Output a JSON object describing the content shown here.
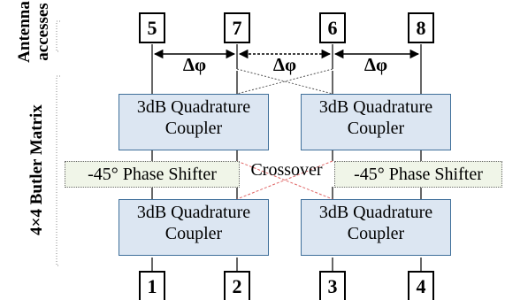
{
  "labels": {
    "antenna_line1": "Antenna",
    "antenna_line2": "accesses",
    "butler": "4×4 Butler Matrix"
  },
  "antenna_ports": [
    "5",
    "7",
    "6",
    "8"
  ],
  "input_ports": [
    "1",
    "2",
    "3",
    "4"
  ],
  "phase_difference": [
    "Δφ",
    "Δφ",
    "Δφ"
  ],
  "couplers": {
    "top_left": {
      "line1": "3dB Quadrature",
      "line2": "Coupler"
    },
    "top_right": {
      "line1": "3dB Quadrature",
      "line2": "Coupler"
    },
    "bottom_left": {
      "line1": "3dB Quadrature",
      "line2": "Coupler"
    },
    "bottom_right": {
      "line1": "3dB Quadrature",
      "line2": "Coupler"
    }
  },
  "phase_shifters": {
    "left": "-45° Phase Shifter",
    "right": "-45° Phase Shifter"
  },
  "crossover": "Crossover",
  "colors": {
    "coupler_fill": "#dce6f2",
    "coupler_border": "#3f6f9a",
    "shifter_fill": "#f0f5e8",
    "crossover_lines": "#e06666",
    "wires": "#000000"
  }
}
